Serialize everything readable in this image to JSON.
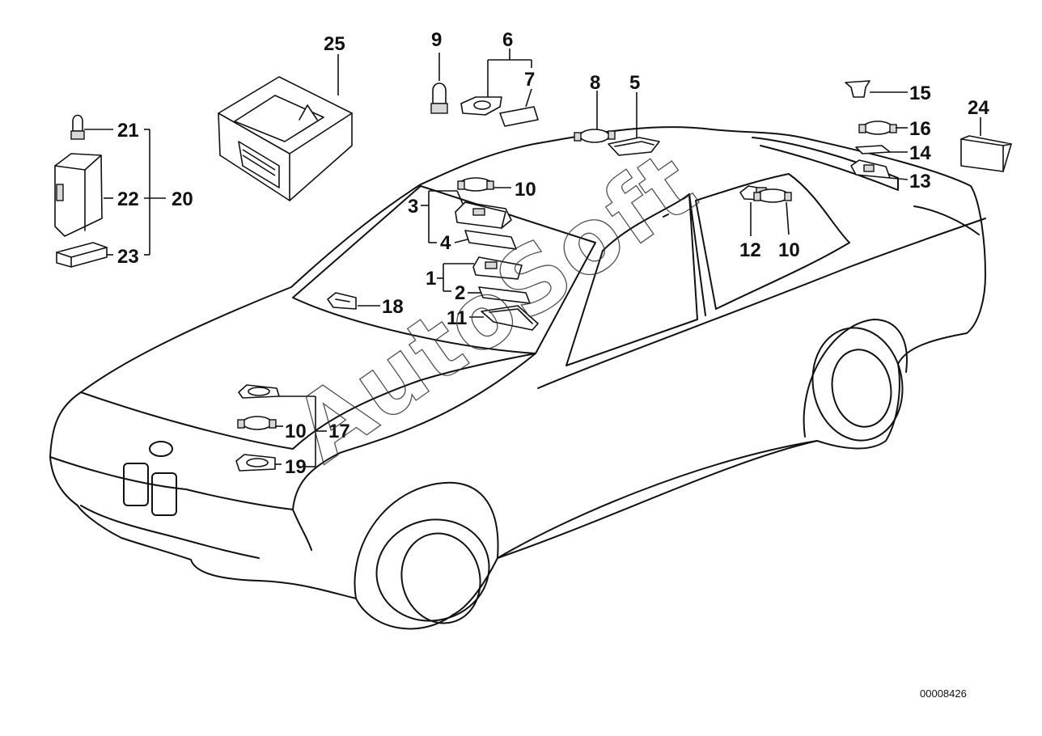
{
  "diagram": {
    "reference_number": "00008426",
    "watermark": "AutoSoft",
    "labels": {
      "l1": "1",
      "l2": "2",
      "l3": "3",
      "l4": "4",
      "l5": "5",
      "l6": "6",
      "l7": "7",
      "l8": "8",
      "l9": "9",
      "l10a": "10",
      "l10b": "10",
      "l10c": "10",
      "l11": "11",
      "l12": "12",
      "l13": "13",
      "l14": "14",
      "l15": "15",
      "l16": "16",
      "l17": "17",
      "l18": "18",
      "l19": "19",
      "l20": "20",
      "l21": "21",
      "l22": "22",
      "l23": "23",
      "l24": "24",
      "l25": "25"
    }
  }
}
